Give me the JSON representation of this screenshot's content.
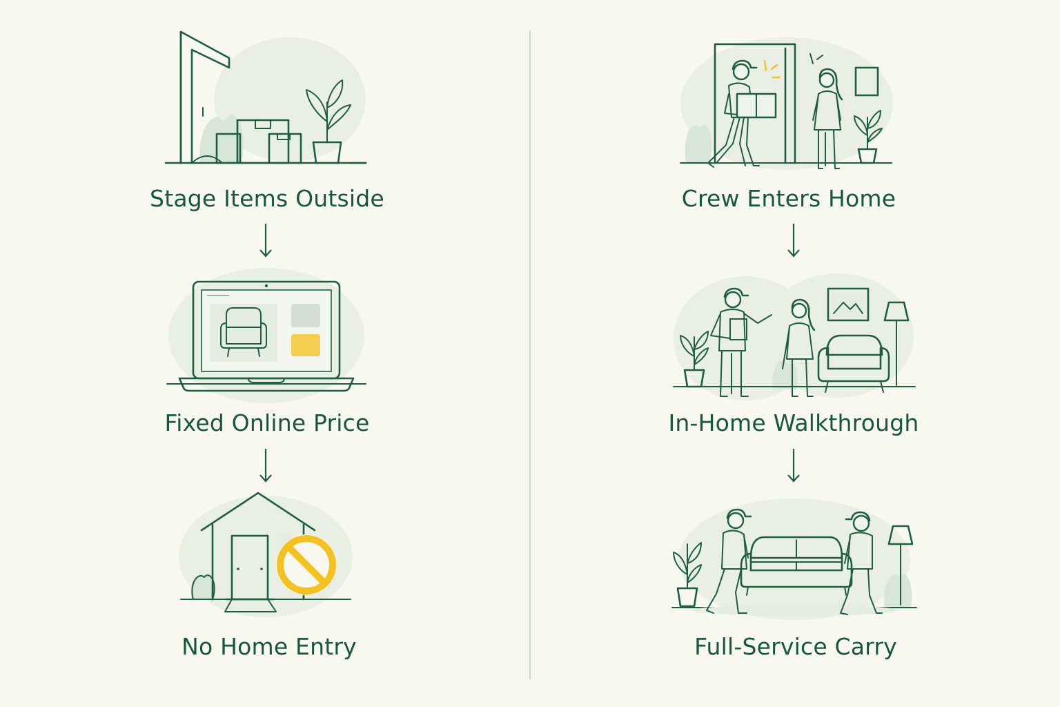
{
  "left_column": {
    "steps": [
      {
        "label": "Stage Items Outside",
        "icon": "door-boxes-plant-icon"
      },
      {
        "label": "Fixed Online Price",
        "icon": "laptop-armchair-icon"
      },
      {
        "label": "No Home Entry",
        "icon": "house-no-entry-icon"
      }
    ]
  },
  "right_column": {
    "steps": [
      {
        "label": "Crew Enters Home",
        "icon": "mover-delivering-box-icon"
      },
      {
        "label": "In-Home Walkthrough",
        "icon": "mover-talking-customer-icon"
      },
      {
        "label": "Full-Service Carry",
        "icon": "movers-carrying-sofa-icon"
      }
    ]
  },
  "colors": {
    "primary_green": "#1c5e3e",
    "text_green": "#17573a",
    "accent_yellow": "#f4c21e",
    "background": "#f8f8f1",
    "blob": "#e9efe5"
  }
}
